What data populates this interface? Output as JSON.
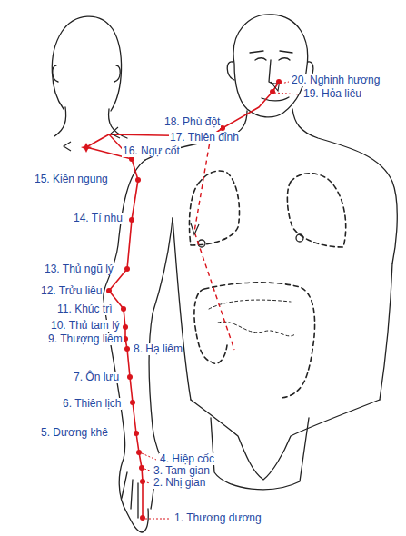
{
  "diagram": {
    "labels": [
      "20. Nghinh hương",
      "19. Hỏa liêu",
      "18. Phù đột",
      "17. Thiên đỉnh",
      "16. Ngự cốt",
      "15. Kiên ngung",
      "14. Tí nhu",
      "13. Thủ ngũ lý",
      "12. Trửu liêu",
      "11. Khúc trì",
      "10. Thủ tam lý",
      "9. Thượng liêm",
      "8. Hạ liêm",
      "7. Ôn lưu",
      "6. Thiên lịch",
      "5. Dương khê",
      "4. Hiệp cốc",
      "3. Tam gian",
      "2. Nhị gian",
      "1. Thương dương"
    ]
  }
}
